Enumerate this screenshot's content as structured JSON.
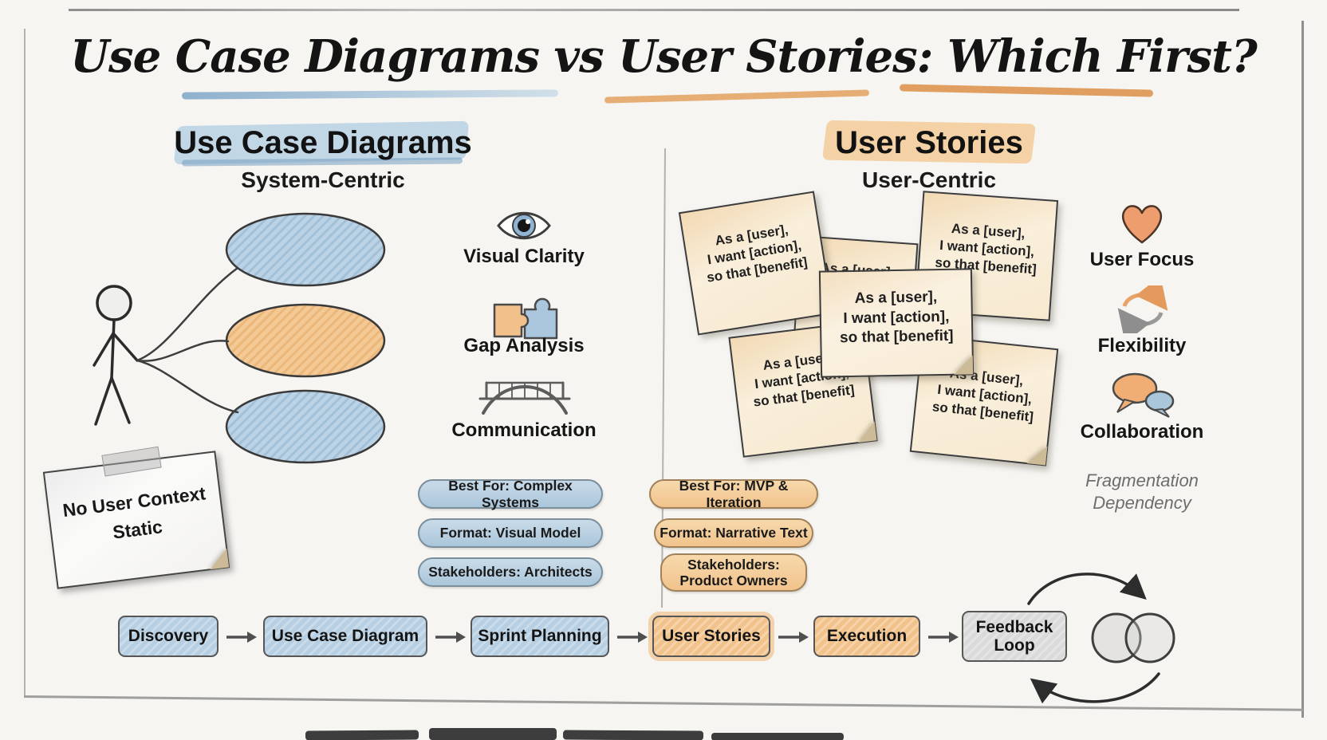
{
  "title": "Use Case Diagrams vs User Stories: Which First?",
  "left_panel": {
    "heading": "Use Case Diagrams",
    "subheading": "System-Centric",
    "features": [
      {
        "icon": "eye-icon",
        "label": "Visual Clarity"
      },
      {
        "icon": "puzzle-icon",
        "label": "Gap Analysis"
      },
      {
        "icon": "bridge-icon",
        "label": "Communication"
      }
    ],
    "note_lines": [
      "No User Context",
      "Static"
    ],
    "pills": [
      "Best For: Complex Systems",
      "Format: Visual Model",
      "Stakeholders: Architects"
    ]
  },
  "right_panel": {
    "heading": "User Stories",
    "subheading": "User-Centric",
    "sticky_note": {
      "line1": "As a [user],",
      "line2": "I want [action],",
      "line3": "so that [benefit]"
    },
    "features": [
      {
        "icon": "heart-icon",
        "label": "User Focus"
      },
      {
        "icon": "cycle-arrows-icon",
        "label": "Flexibility"
      },
      {
        "icon": "speech-bubbles-icon",
        "label": "Collaboration"
      }
    ],
    "drawbacks": [
      "Fragmentation",
      "Dependency"
    ],
    "pills": [
      "Best For: MVP & Iteration",
      "Format: Narrative Text",
      "Stakeholders: Product Owners"
    ]
  },
  "flow": {
    "steps": [
      {
        "label": "Discovery",
        "style": "blue"
      },
      {
        "label": "Use Case Diagram",
        "style": "blue"
      },
      {
        "label": "Sprint Planning",
        "style": "blue"
      },
      {
        "label": "User Stories",
        "style": "orange"
      },
      {
        "label": "Execution",
        "style": "orange"
      },
      {
        "label": "Feedback Loop",
        "style": "gray"
      }
    ]
  },
  "colors": {
    "background": "#f6f5f2",
    "blue_fill": "#b6cfe2",
    "orange_fill": "#f2c28b",
    "gray_fill": "#dadada",
    "highlight_blue": "#9fc0d8",
    "highlight_orange": "#eeb277",
    "sticky_cream": "#f7e9d0",
    "ink": "#1c1c1c",
    "pencil_gray": "#555555"
  }
}
